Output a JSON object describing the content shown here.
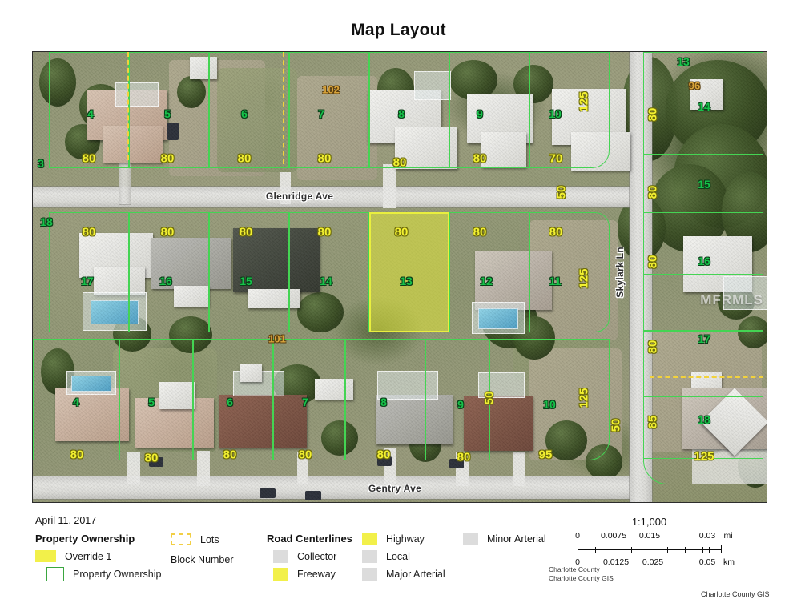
{
  "title": "Map Layout",
  "watermark": "MFRMLS",
  "map": {
    "streets": [
      {
        "name": "Glenridge Ave",
        "orientation": "horizontal"
      },
      {
        "name": "Gentry Ave",
        "orientation": "horizontal"
      },
      {
        "name": "Skylark Ln",
        "orientation": "vertical"
      }
    ],
    "block_numbers": [
      "102",
      "96",
      "101"
    ],
    "highlighted_lot": "13",
    "lot_numbers_row_top": [
      "3",
      "4",
      "5",
      "6",
      "7",
      "8",
      "9",
      "10"
    ],
    "lot_numbers_row_middle": [
      "18",
      "17",
      "16",
      "15",
      "14",
      "13",
      "12",
      "11"
    ],
    "lot_numbers_row_bottom": [
      "4",
      "5",
      "6",
      "7",
      "8",
      "9",
      "10"
    ],
    "lot_numbers_east_column": [
      "13",
      "14",
      "15",
      "16",
      "17",
      "18"
    ],
    "dimensions_top": [
      "80",
      "80",
      "80",
      "80",
      "80",
      "80",
      "70",
      "125",
      "50"
    ],
    "dimensions_middle": [
      "80",
      "80",
      "80",
      "80",
      "80",
      "80",
      "80",
      "125"
    ],
    "dimensions_bottom": [
      "80",
      "80",
      "80",
      "80",
      "80",
      "80",
      "95",
      "125",
      "50"
    ],
    "dimensions_east": [
      "80",
      "80",
      "80",
      "80",
      "85",
      "125"
    ]
  },
  "footer": {
    "date": "April 11, 2017",
    "legend": {
      "property_ownership": {
        "heading": "Property Ownership",
        "items": [
          {
            "label": "Override 1",
            "swatch": "yellow-fill",
            "color": "#f2f04a"
          },
          {
            "label": "Property Ownership",
            "swatch": "green-outline",
            "color": "#3aa63f"
          }
        ]
      },
      "lots": {
        "items": [
          {
            "label": "Lots",
            "swatch": "yellow-dashed",
            "color": "#f2cf45"
          },
          {
            "label": "Block Number",
            "swatch": "none",
            "color": ""
          }
        ]
      },
      "road_centerlines": {
        "heading": "Road Centerlines",
        "items": [
          {
            "label": "Collector",
            "swatch": "gray-fill",
            "color": "#dcdcdc"
          },
          {
            "label": "Freeway",
            "swatch": "yellow-fill",
            "color": "#f2f04a"
          }
        ]
      },
      "road_centerlines_2": {
        "items": [
          {
            "label": "Highway",
            "swatch": "yellow-fill",
            "color": "#f2f04a"
          },
          {
            "label": "Local",
            "swatch": "gray-fill",
            "color": "#dcdcdc"
          },
          {
            "label": "Major Arterial",
            "swatch": "gray-fill",
            "color": "#dcdcdc"
          }
        ]
      },
      "road_centerlines_3": {
        "items": [
          {
            "label": "Minor Arterial",
            "swatch": "gray-fill",
            "color": "#dcdcdc"
          }
        ]
      }
    },
    "scale": {
      "ratio": "1:1,000",
      "miles": {
        "unit": "mi",
        "labels": [
          "0",
          "0.0075",
          "0.015",
          "0.03"
        ]
      },
      "kilometers": {
        "unit": "km",
        "labels": [
          "0",
          "0.0125",
          "0.025",
          "0.05"
        ]
      }
    },
    "credits_line1": "Charlotte County",
    "credits_line2": "Charlotte County GIS",
    "gis_note": "Charlotte County GIS"
  }
}
